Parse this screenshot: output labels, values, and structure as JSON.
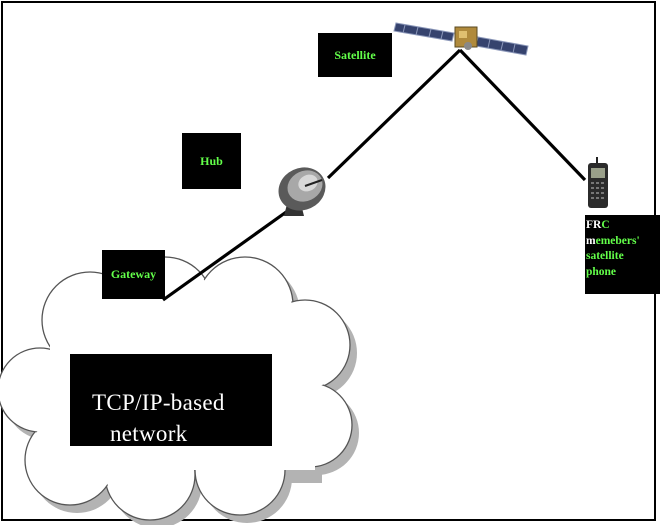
{
  "labels": {
    "satellite": "Satellite",
    "hub": "Hub",
    "gateway": "Gateway"
  },
  "network": {
    "line1": "TCP/IP-based",
    "line2": "network"
  },
  "phone_caption": {
    "line1_a": "FR",
    "line1_b": "C",
    "line2_a": "m",
    "line2_b": "emebers'",
    "line3": "satellite",
    "line4": "phone"
  },
  "colors": {
    "label_text": "#63ff4a",
    "label_bg": "#000000",
    "network_text": "#ffffff",
    "cloud_fill": "#ffffff",
    "cloud_shadow": "#b3b3b3"
  },
  "icons": [
    "satellite-icon",
    "satellite-dish-icon",
    "mobile-phone-icon",
    "cloud-icon"
  ]
}
